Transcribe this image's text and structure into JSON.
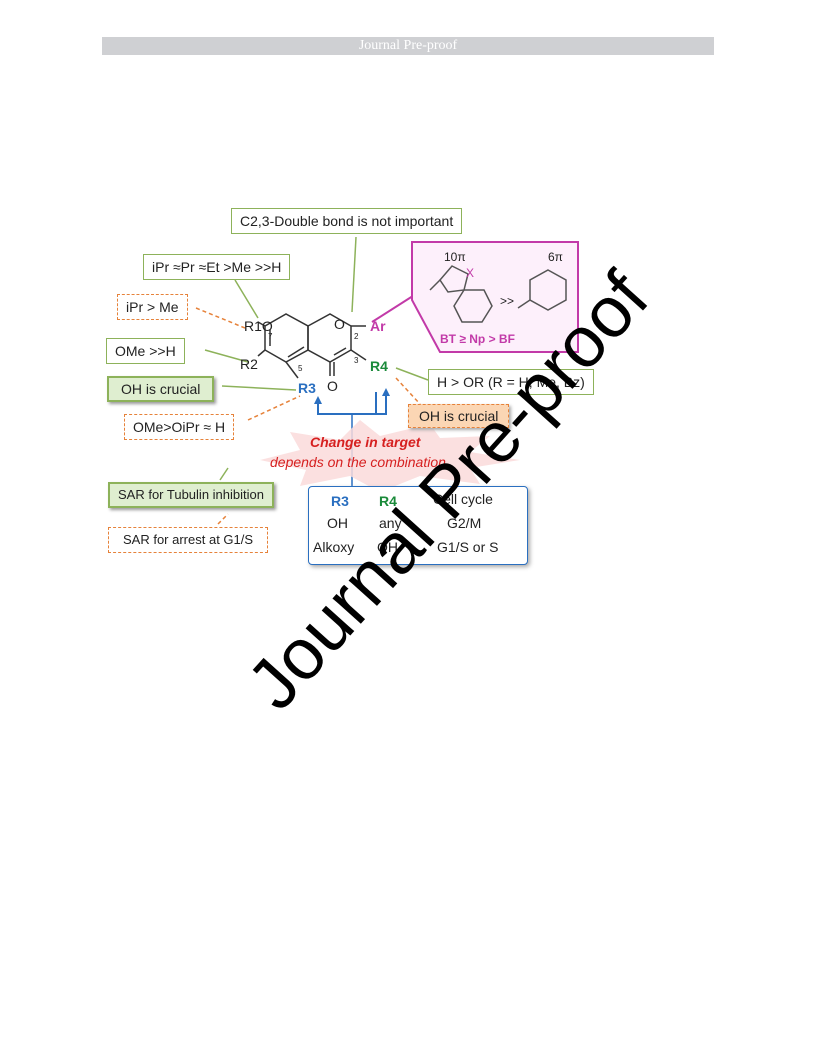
{
  "banner": "Journal Pre-proof",
  "labels": {
    "c23": "C2,3-Double bond is not important",
    "ipr": "iPr ≈Pr ≈Et >Me >>H",
    "ipr_me": "iPr > Me",
    "ome_h": "OMe >>H",
    "oh_crucial_left": "OH is crucial",
    "ome_oipr": "OMe>OiPr ≈ H",
    "h_or": "H > OR (R = H, Me, Bz)",
    "oh_crucial_right": "OH is crucial",
    "sar_tubulin": "SAR for Tubulin inhibition",
    "sar_arrest": "SAR for arrest at G1/S"
  },
  "molecule": {
    "r1o": "R1O",
    "r2": "R2",
    "r3": "R3",
    "r4": "R4",
    "ar": "Ar",
    "o_ring": "O",
    "o_keto": "O",
    "n7": "7",
    "n5": "5",
    "n3": "3",
    "n2": "2"
  },
  "inset": {
    "pi10": "10π",
    "pi6": "6π",
    "x": "X",
    "gg": ">>",
    "order": "BT ≥ Np > BF"
  },
  "change": {
    "line1": "Change in target",
    "line2": "depends on the combination"
  },
  "table": {
    "h_r3": "R3",
    "h_r4": "R4",
    "h_cycle": "Cell cycle",
    "row1_r3": "OH",
    "row1_r4": "any",
    "row1_cycle": "G2/M",
    "row2_r3": "Alkoxy",
    "row2_r4": "OH",
    "row2_cycle": "G1/S or S"
  },
  "watermark": "Journal Pre-proof",
  "colors": {
    "green": "#8db25a",
    "orange": "#e6823a",
    "magenta": "#c23aa8",
    "blue": "#2a6fc0",
    "red": "#d62020",
    "r4green": "#1a8a3a"
  }
}
